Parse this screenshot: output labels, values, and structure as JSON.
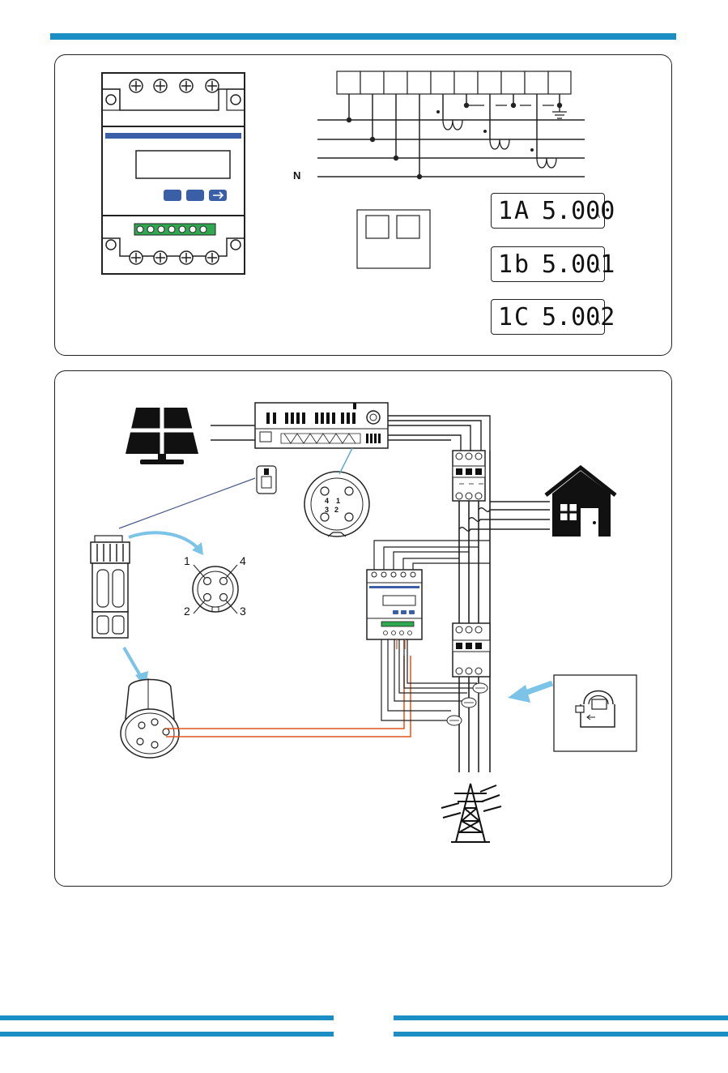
{
  "wiring_labels": {
    "neutral": "N"
  },
  "meter_readings": [
    {
      "phase": "1A",
      "value": "5.000",
      "unit": "A"
    },
    {
      "phase": "1b",
      "value": "5.001",
      "unit": "A"
    },
    {
      "phase": "1C",
      "value": "5.002",
      "unit": "A"
    }
  ],
  "connector_pins": {
    "rs485_pins": [
      "4",
      "1",
      "3",
      "2"
    ],
    "cable_pins": [
      "1",
      "4",
      "2",
      "3"
    ]
  },
  "colors": {
    "accent": "#1b8fc4",
    "meter_blue": "#3a5fa6",
    "terminal_green": "#2fa84f",
    "ct_wire": "#e0541c",
    "arrow_blue": "#7cc3e8"
  }
}
